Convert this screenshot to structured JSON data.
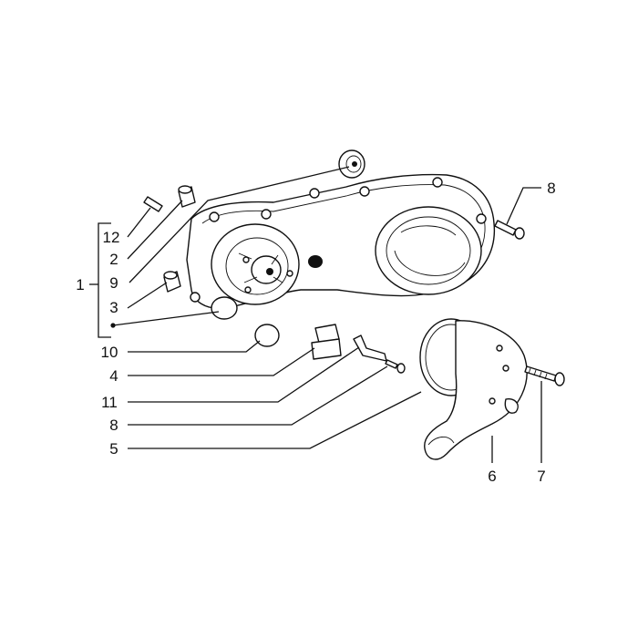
{
  "callouts": {
    "c1": "1",
    "c2": "2",
    "c3": "3",
    "c4": "4",
    "c5": "5",
    "c6": "6",
    "c7": "7",
    "c8_top": "8",
    "c8_bottom": "8",
    "c9": "9",
    "c10": "10",
    "c11": "11",
    "c12": "12"
  }
}
